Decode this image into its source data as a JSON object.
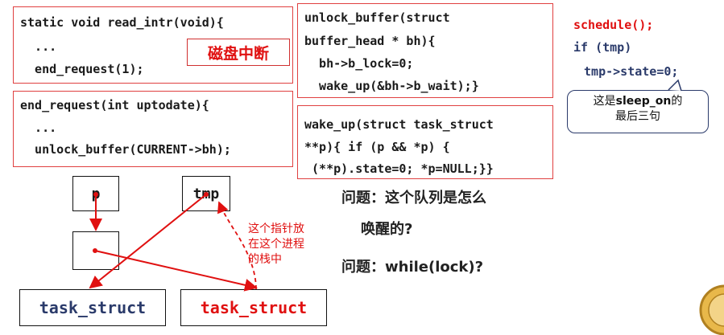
{
  "box_read_intr": {
    "lines": [
      "static void read_intr(void){",
      "  ...",
      "  end_request(1);"
    ],
    "tag": "磁盘中断"
  },
  "box_end_request": {
    "lines": [
      "end_request(int uptodate){",
      "  ...",
      "  unlock_buffer(CURRENT->bh);"
    ]
  },
  "box_unlock_buffer": {
    "lines": [
      "unlock_buffer(struct",
      "buffer_head * bh){",
      "  bh->b_lock=0;",
      "  wake_up(&bh->b_wait);}"
    ]
  },
  "box_wake_up": {
    "lines": [
      "wake_up(struct task_struct",
      "**p){ if (p && *p) {",
      " (**p).state=0; *p=NULL;}}"
    ]
  },
  "sleep_on_tail": {
    "lines": [
      "schedule();",
      "if (tmp)",
      " tmp->state=0;"
    ],
    "bubble_prefix": "这是",
    "bubble_keyword": "sleep_on",
    "bubble_suffix": "的",
    "bubble_line2": "最后三句"
  },
  "diagram": {
    "p_label": "p",
    "tmp_label": "tmp",
    "task_left": "task_struct",
    "task_right": "task_struct",
    "annotation": [
      "这个指针放",
      "在这个进程",
      "的栈中"
    ]
  },
  "questions": {
    "q1_line1": "问题：这个队列是怎么",
    "q1_line2": "唤醒的?",
    "q2": "问题：while(lock)?"
  },
  "colors": {
    "accent_red": "#e01010",
    "border_red": "#e04040",
    "navy": "#2a3a6a"
  }
}
